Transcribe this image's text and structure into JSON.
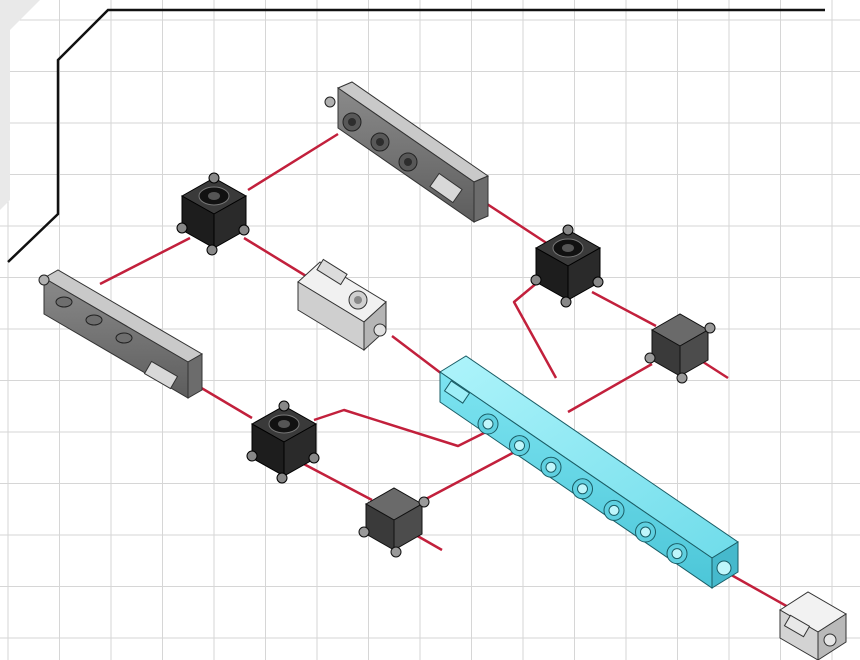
{
  "canvas": {
    "background": "#ffffff",
    "grid_color": "#d6d6d6"
  },
  "colors": {
    "wire": "#c2203c",
    "outline": "#111111",
    "hub_dark": "#1f1f1f",
    "cube_grey": "#3d3d3d",
    "beam_grey": "#9a9a9a",
    "beam_cyan": "#7fe6f2",
    "part_white": "#e6e6e6"
  },
  "parts": [
    {
      "id": "beam-top",
      "kind": "grey-beam",
      "holes": 3
    },
    {
      "id": "beam-left",
      "kind": "grey-beam",
      "holes": 3
    },
    {
      "id": "beam-cyan",
      "kind": "cyan-beam",
      "holes": 7
    },
    {
      "id": "hub-1",
      "kind": "black-hub"
    },
    {
      "id": "hub-2",
      "kind": "black-hub"
    },
    {
      "id": "hub-3",
      "kind": "black-hub"
    },
    {
      "id": "cube-1",
      "kind": "grey-cube"
    },
    {
      "id": "cube-2",
      "kind": "grey-cube"
    },
    {
      "id": "block-white",
      "kind": "white-block"
    },
    {
      "id": "plug-white",
      "kind": "white-plug"
    }
  ]
}
